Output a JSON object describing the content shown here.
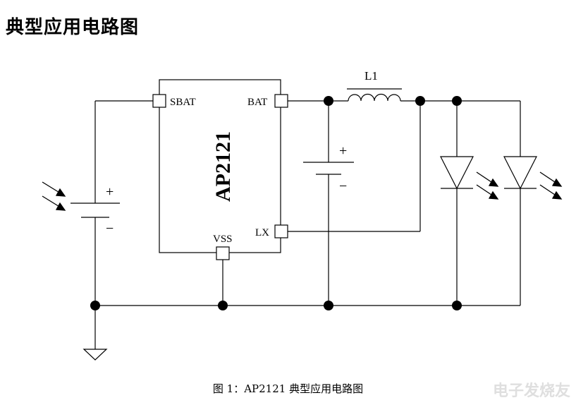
{
  "title": "典型应用电路图",
  "caption": "图 1：AP2121  典型应用电路图",
  "chip": {
    "name": "AP2121",
    "pins": {
      "sbat": "SBAT",
      "bat": "BAT",
      "lx": "LX",
      "vss": "VSS"
    }
  },
  "components": {
    "inductor_label": "L1",
    "battery_plus": "+",
    "battery_minus": "−",
    "capacitor_plus": "+",
    "capacitor_minus": "−"
  },
  "watermark": "电子发烧友"
}
